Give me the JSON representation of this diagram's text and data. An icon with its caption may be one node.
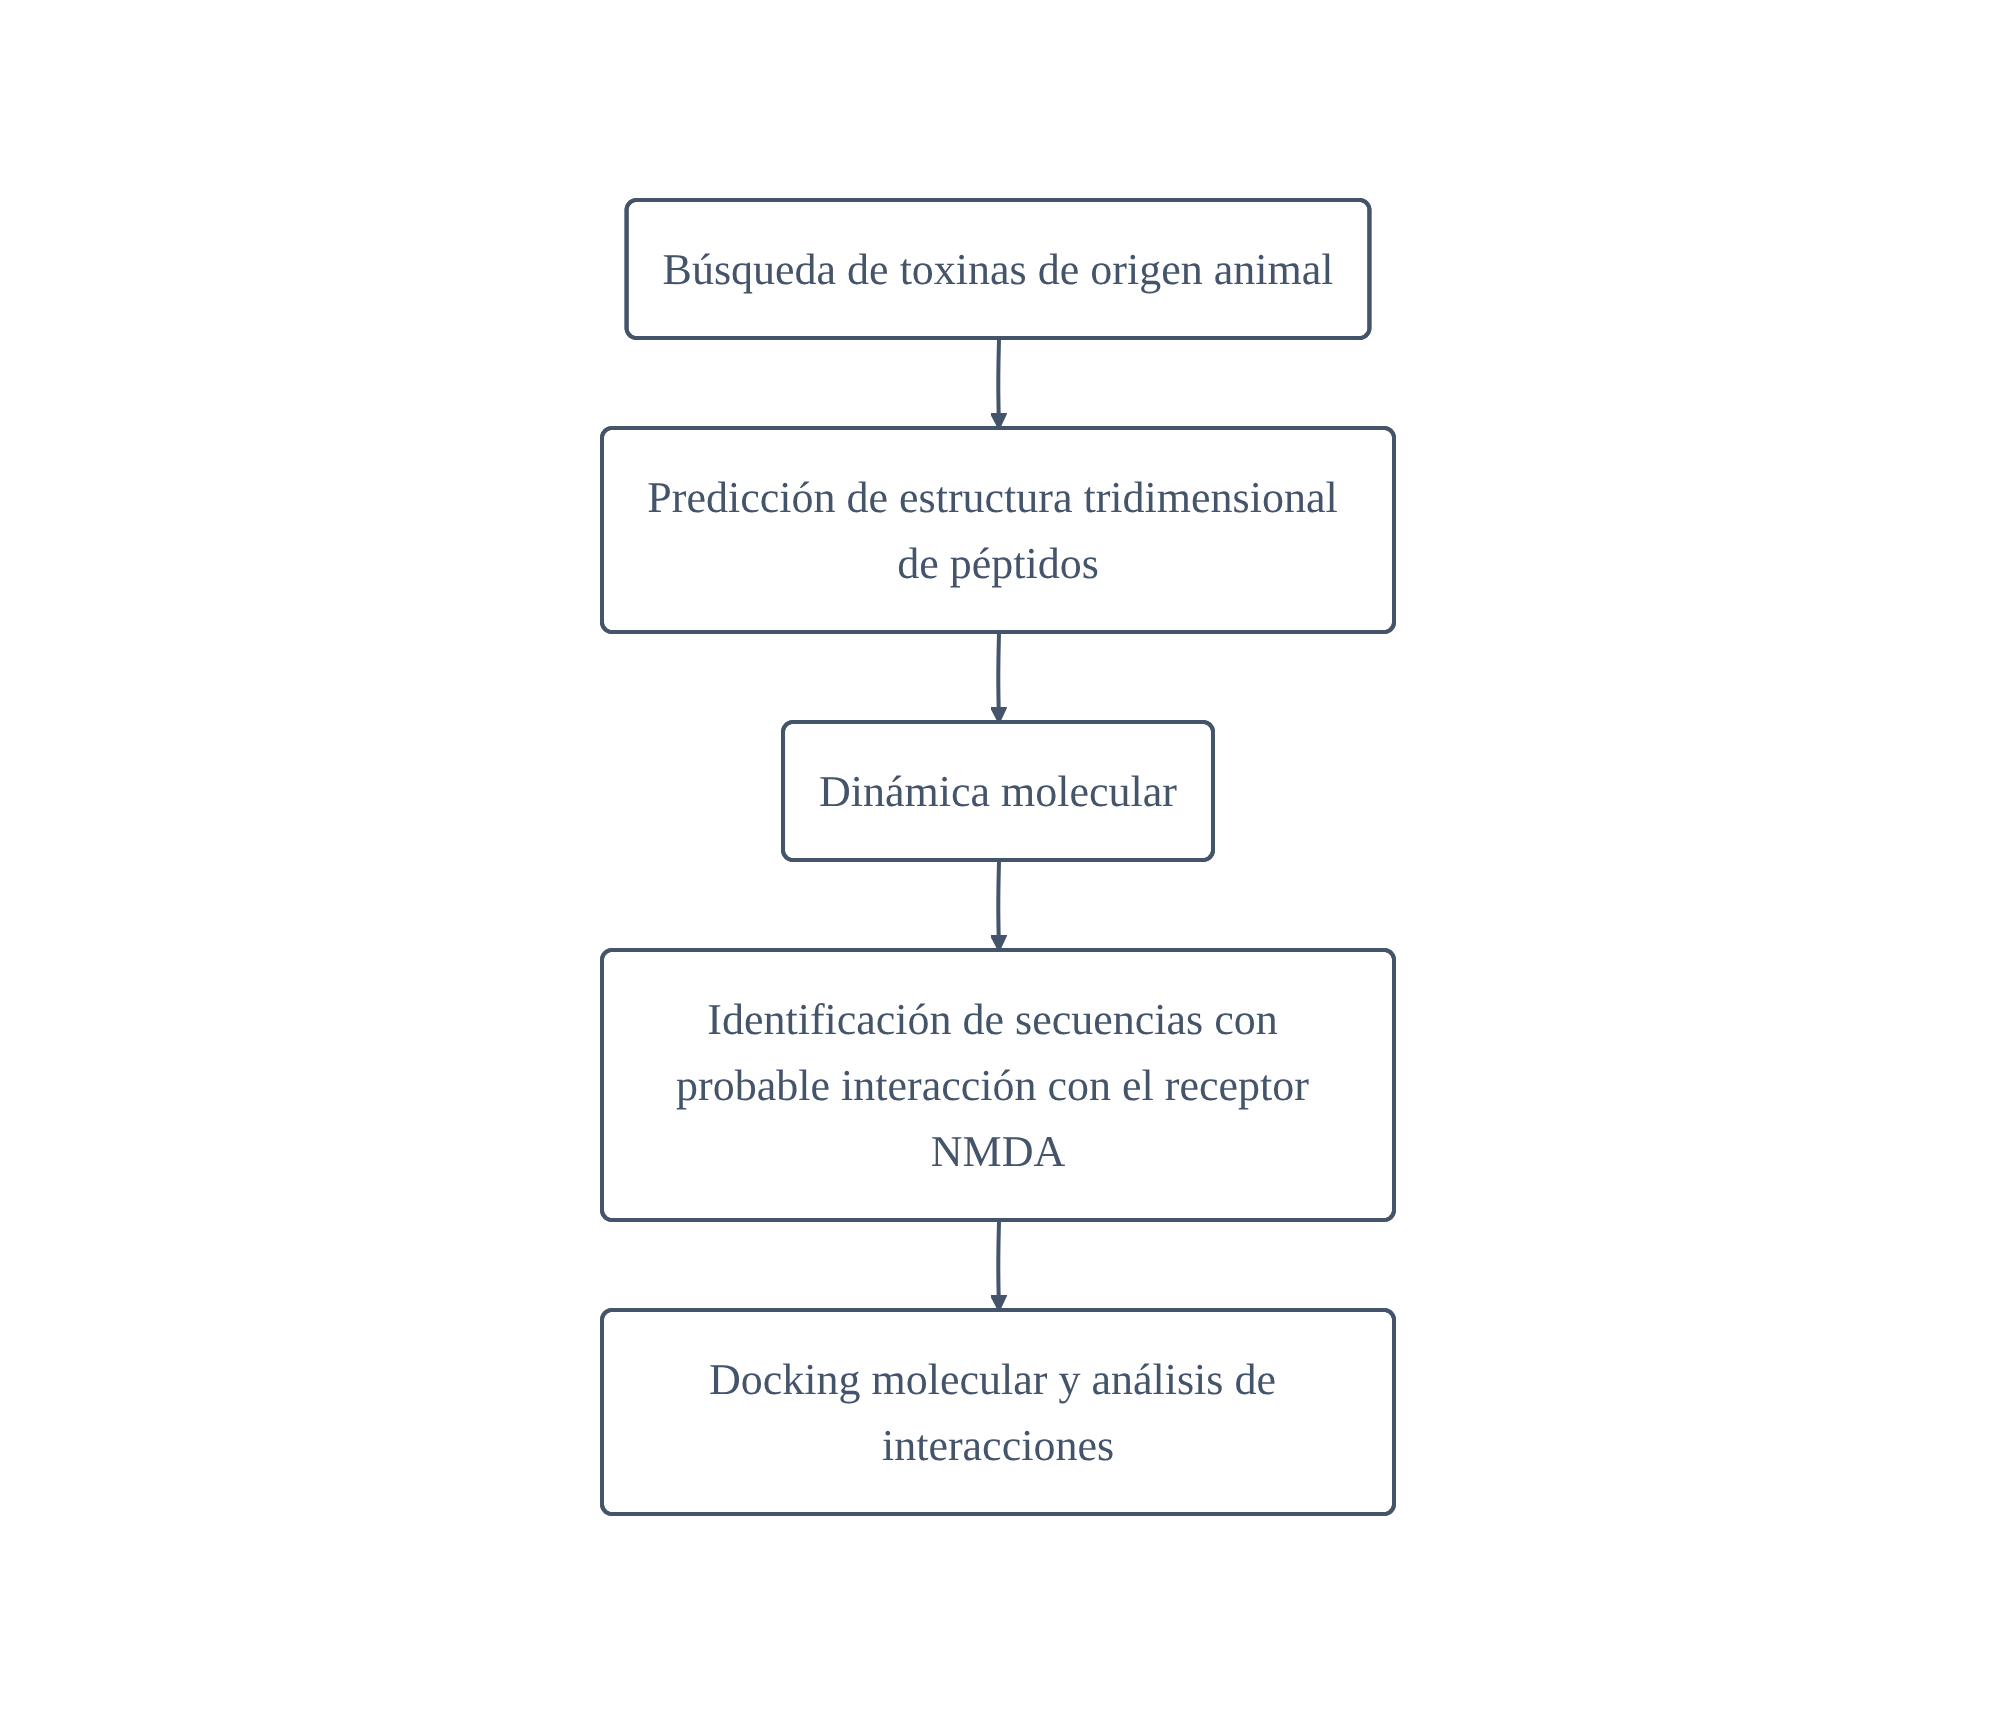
{
  "diagram": {
    "nodes": [
      {
        "text": [
          "Búsqueda de toxinas de origen animal"
        ]
      },
      {
        "text": [
          "Predicción de estructura tridimensional de péptidos"
        ]
      },
      {
        "text": [
          "Dinámica molecular"
        ]
      },
      {
        "text": [
          "Identificación de secuencias con probable interacción con el receptor NMDA"
        ]
      },
      {
        "text": [
          "Docking molecular y análisis de interacciones"
        ]
      }
    ],
    "edges": [
      {
        "from": 0,
        "to": 1,
        "arrow": "to"
      },
      {
        "from": 1,
        "to": 2,
        "arrow": "to"
      },
      {
        "from": 2,
        "to": 3,
        "arrow": "to"
      },
      {
        "from": 3,
        "to": 4,
        "arrow": "to"
      }
    ]
  }
}
